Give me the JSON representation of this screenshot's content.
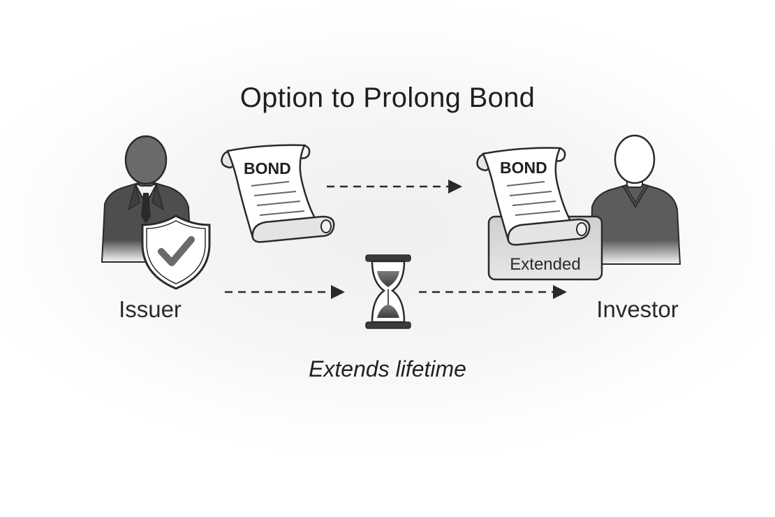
{
  "diagram": {
    "title": "Option to Prolong Bond",
    "issuer_label": "Issuer",
    "investor_label": "Investor",
    "bond_text": "BOND",
    "extended_badge": "Extended",
    "caption": "Extends lifetime"
  },
  "colors": {
    "ink": "#222222",
    "issuer_figure": "#5a5a5a",
    "investor_figure": "#6a6a6a",
    "paper": "#ffffff",
    "badge_fill": "#d9d9d9",
    "hourglass_sand": "#555555"
  },
  "icons": [
    "issuer-person-icon",
    "shield-check-icon",
    "bond-scroll-icon",
    "hourglass-icon",
    "investor-person-icon",
    "extended-bond-scroll-icon"
  ]
}
